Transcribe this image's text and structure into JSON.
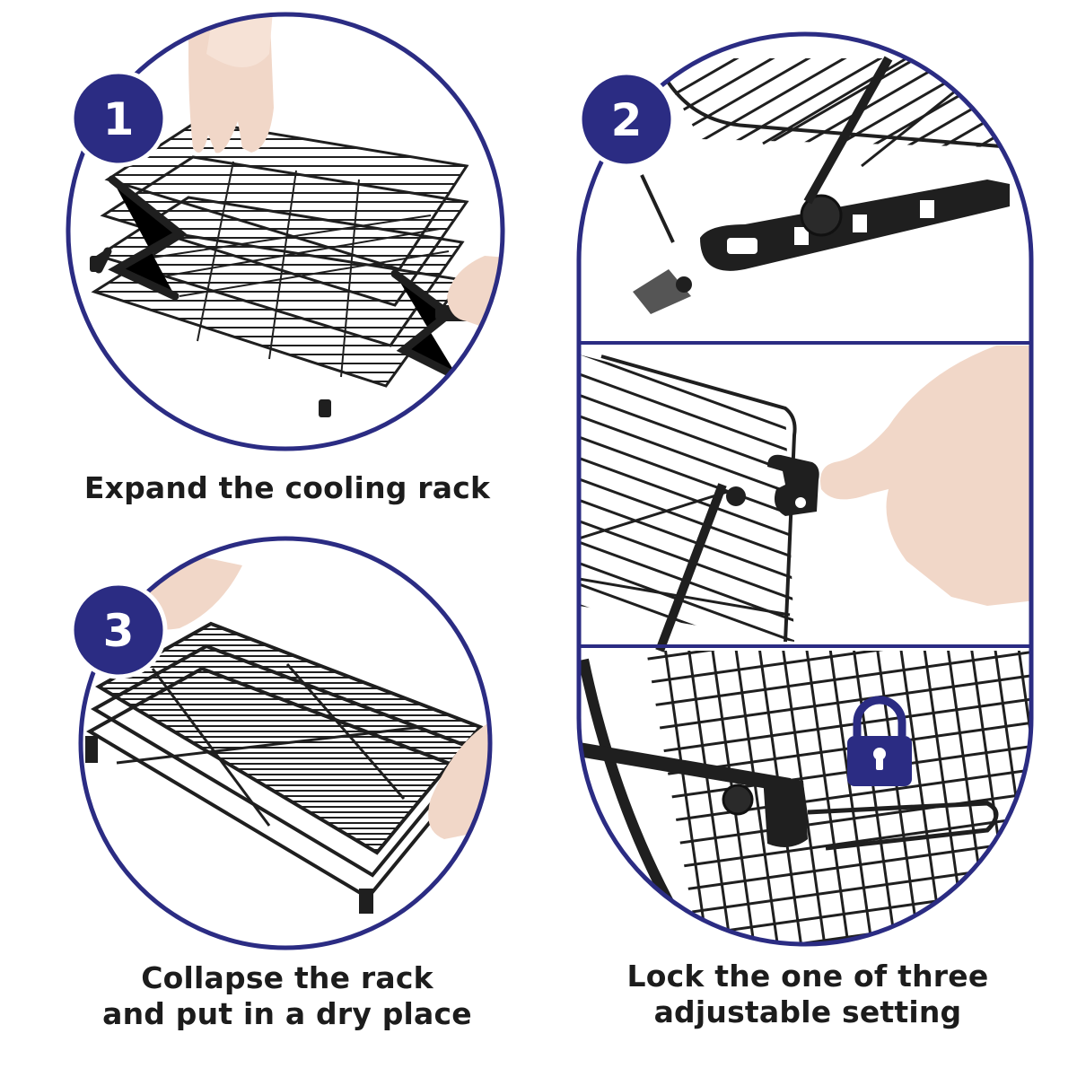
{
  "colors": {
    "accent": "#2b2c83",
    "background": "#ffffff",
    "metal": "#1f1f1f",
    "skin": "#f1d7c8",
    "caption_text": "#1c1c1c"
  },
  "steps": [
    {
      "number": "1",
      "caption_lines": [
        "Expand the cooling rack"
      ]
    },
    {
      "number": "2",
      "caption_lines": [
        "Lock the one of three",
        "adjustable setting"
      ]
    },
    {
      "number": "3",
      "caption_lines": [
        "Collapse the rack",
        "and put in a dry place"
      ]
    }
  ],
  "icons": {
    "lock": "padlock-icon"
  }
}
